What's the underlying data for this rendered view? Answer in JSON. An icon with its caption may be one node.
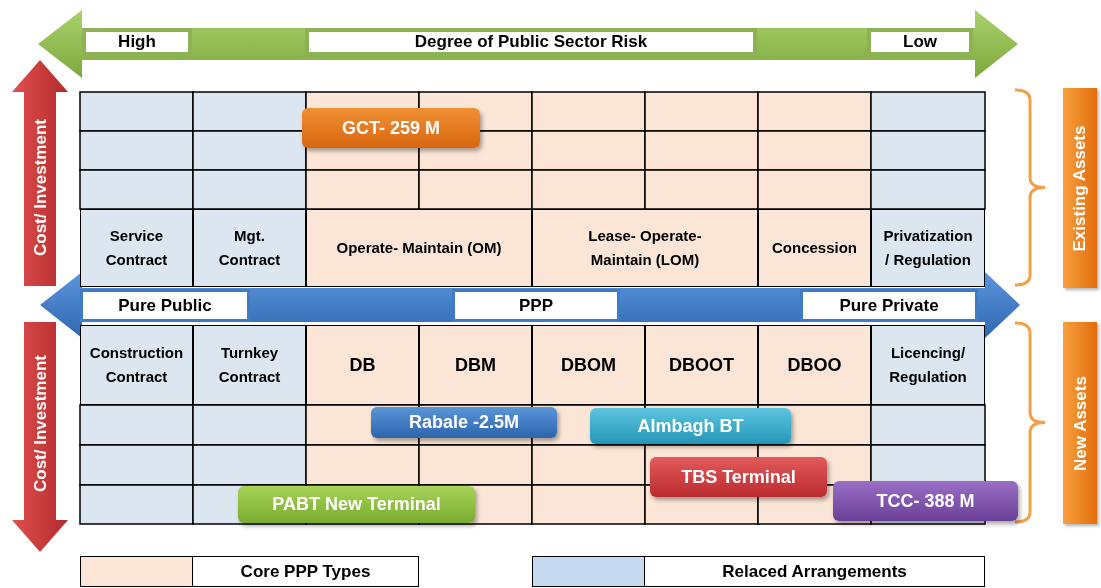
{
  "diagram": {
    "nodes": [
      {
        "text": [
          "High"
        ]
      },
      {
        "text": [
          "Degree of Public Sector Risk"
        ]
      },
      {
        "text": [
          "Low"
        ]
      },
      {
        "text": [
          "Pure Public"
        ]
      },
      {
        "text": [
          "PPP"
        ]
      },
      {
        "text": [
          "Pure Private"
        ]
      },
      {
        "text": [
          "Service Contract"
        ]
      },
      {
        "text": [
          "Mgt. Contract"
        ]
      },
      {
        "text": [
          "Operate- Maintain (OM)"
        ]
      },
      {
        "text": [
          "Lease- Operate- Maintain (LOM)"
        ]
      },
      {
        "text": [
          "Concession"
        ]
      },
      {
        "text": [
          "Privatization / Regulation"
        ]
      },
      {
        "text": [
          "Construction Contract"
        ]
      },
      {
        "text": [
          "Turnkey Contract"
        ]
      },
      {
        "text": [
          "DB"
        ]
      },
      {
        "text": [
          "DBM"
        ]
      },
      {
        "text": [
          "DBOM"
        ]
      },
      {
        "text": [
          "DBOOT"
        ]
      },
      {
        "text": [
          "DBOO"
        ]
      },
      {
        "text": [
          "Licencing/ Regulation"
        ]
      },
      {
        "text": [
          "GCT- 259 M"
        ]
      },
      {
        "text": [
          "Rabale -2.5M"
        ]
      },
      {
        "text": [
          "Almbagh BT"
        ]
      },
      {
        "text": [
          "TBS Terminal"
        ]
      },
      {
        "text": [
          "PABT New Terminal"
        ]
      },
      {
        "text": [
          "TCC- 388 M"
        ]
      },
      {
        "text": [
          "Existing Assets"
        ]
      },
      {
        "text": [
          "New Assets"
        ]
      },
      {
        "text": [
          "Cost/ Investment"
        ]
      },
      {
        "text": [
          "Cost/ Investment"
        ]
      }
    ],
    "legend": [
      {
        "text": "Core PPP Types",
        "color": "#fbe5d6"
      },
      {
        "text": "Relaced Arrangements",
        "color": "#c5d9f1"
      }
    ]
  }
}
